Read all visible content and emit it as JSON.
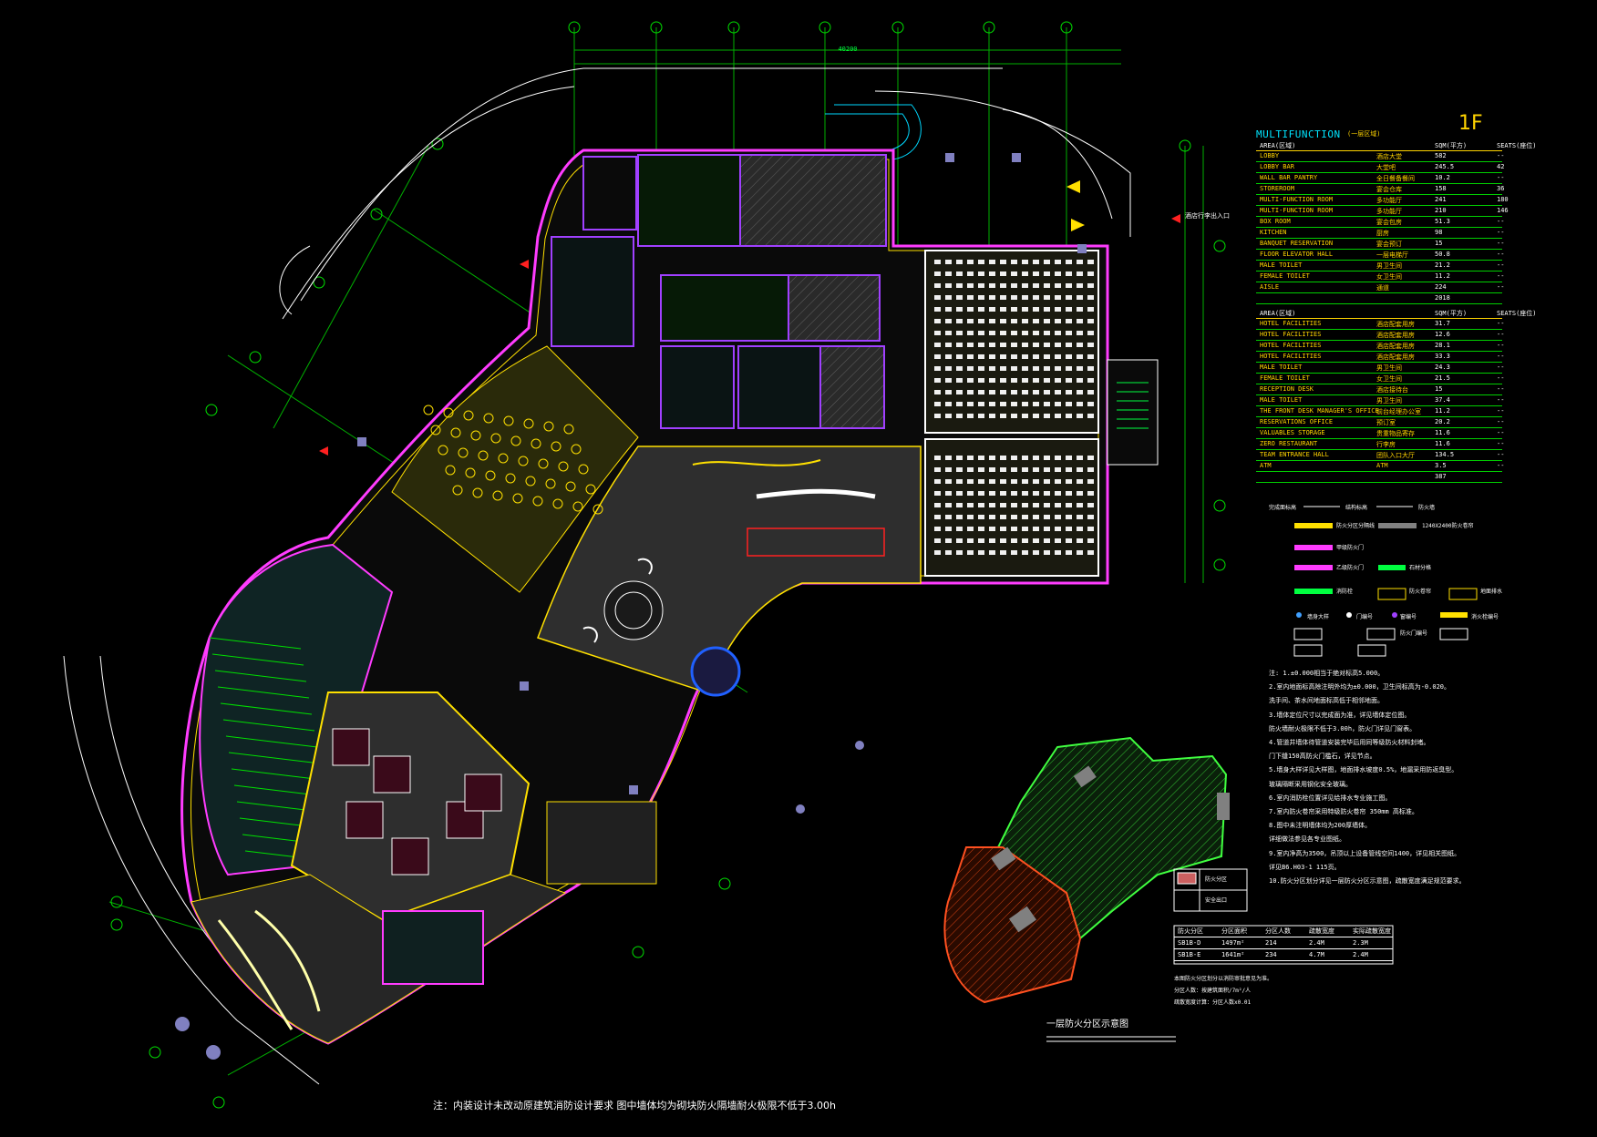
{
  "floor_label": "1F",
  "top_dimension": "40200",
  "entrance_label": "酒店行李出入口",
  "multifunction_table": {
    "title": "MULTIFUNCTION",
    "note": "(一层区域)",
    "headers": [
      "AREA(区域)",
      "SQM(平方)",
      "SEATS(座位)"
    ],
    "rows": [
      [
        "LOBBY",
        "酒店大堂",
        "582",
        "--"
      ],
      [
        "LOBBY BAR",
        "大堂吧",
        "245.5",
        "42"
      ],
      [
        "WALL BAR PANTRY",
        "全日餐备餐间",
        "10.2",
        "--"
      ],
      [
        "STOREROOM",
        "宴会仓库",
        "158",
        "36"
      ],
      [
        "MULTI-FUNCTION ROOM",
        "多功能厅",
        "241",
        "180"
      ],
      [
        "MULTI-FUNCTION ROOM",
        "多功能厅",
        "210",
        "146"
      ],
      [
        "BOX ROOM",
        "宴会包房",
        "51.3",
        "--"
      ],
      [
        "KITCHEN",
        "厨房",
        "98",
        "--"
      ],
      [
        "BANQUET RESERVATION",
        "宴会预订",
        "15",
        "--"
      ],
      [
        "FLOOR ELEVATOR HALL",
        "一层电梯厅",
        "50.8",
        "--"
      ],
      [
        "MALE TOILET",
        "男卫生间",
        "21.2",
        "--"
      ],
      [
        "FEMALE TOILET",
        "女卫生间",
        "11.2",
        "--"
      ],
      [
        "AISLE",
        "通道",
        "224",
        "--"
      ],
      [
        "",
        "",
        "2018",
        ""
      ]
    ]
  },
  "facilities_table": {
    "headers": [
      "AREA(区域)",
      "SQM(平方)",
      "SEATS(座位)"
    ],
    "rows": [
      [
        "HOTEL FACILITIES",
        "酒店配套用房",
        "31.7",
        "--"
      ],
      [
        "HOTEL FACILITIES",
        "酒店配套用房",
        "12.6",
        "--"
      ],
      [
        "HOTEL FACILITIES",
        "酒店配套用房",
        "28.1",
        "--"
      ],
      [
        "HOTEL FACILITIES",
        "酒店配套用房",
        "33.3",
        "--"
      ],
      [
        "MALE TOILET",
        "男卫生间",
        "24.3",
        "--"
      ],
      [
        "FEMALE TOILET",
        "女卫生间",
        "21.5",
        "--"
      ],
      [
        "RECEPTION DESK",
        "酒店接待台",
        "15",
        "--"
      ],
      [
        "MALE TOILET",
        "男卫生间",
        "37.4",
        "--"
      ],
      [
        "THE FRONT DESK MANAGER'S OFFICE",
        "前台经理办公室",
        "11.2",
        "--"
      ],
      [
        "RESERVATIONS OFFICE",
        "预订室",
        "20.2",
        "--"
      ],
      [
        "VALUABLES STORAGE",
        "贵重物品寄存",
        "11.6",
        "--"
      ],
      [
        "ZERO RESTAURANT",
        "行李房",
        "11.6",
        "--"
      ],
      [
        "TEAM ENTRANCE HALL",
        "团队入口大厅",
        "134.5",
        "--"
      ],
      [
        "ATM",
        "ATM",
        "3.5",
        "--"
      ],
      [
        "",
        "",
        "387",
        ""
      ]
    ]
  },
  "legend": {
    "items": [
      "完成面标高",
      "结构标高",
      "防火墙",
      "防火分区分隔线",
      "1240X2400防火卷帘",
      "甲级防火门",
      "乙级防火门",
      "石材分格",
      "消防栓",
      "防火卷帘",
      "地面排水",
      "墙身大样",
      "门编号",
      "窗编号",
      "消火栓编号",
      "防火门编号"
    ]
  },
  "notes": [
    "注: 1.±0.000相当于绝对标高5.000。",
    "2.室内地面标高除注明外均为±0.000，卫生间标高为-0.020。",
    "   洗手间、茶水间地面标高低于相邻地面。",
    "3.墙体定位尺寸以完成面为准，详见墙体定位图。",
    "   防火墙耐火极限不低于3.00h，防火门详见门窗表。",
    "4.管道井墙体待管道安装完毕后用同等级防火材料封堵。",
    "   门下缝150高防火门槛石，详见节点。",
    "5.墙身大样详见大样图，地面排水坡度0.5%，地漏采用防返臭型。",
    "   玻璃隔断采用钢化安全玻璃。",
    "6.室内消防栓位置详见给排水专业施工图。",
    "7.室内防火卷帘采用特级防火卷帘    350mm 高标准。",
    "8.图中未注明墙体均为200厚墙体。",
    "   详细做法参见各专业图纸。",
    "9.室内净高为3500，吊顶以上设备管线空间1400，详见相关图纸。",
    "   详见B6.H03-1    115页。",
    "10.防火分区划分详见一层防火分区示意图，疏散宽度满足规范要求。"
  ],
  "fire_zone_plan": {
    "caption": "一层防火分区示意图",
    "legend": [
      "防火分区",
      "安全出口"
    ],
    "headers": [
      "防火分区",
      "分区面积",
      "分区人数",
      "疏散宽度",
      "实际疏散宽度"
    ],
    "rows": [
      [
        "SB1B-D",
        "1497m²",
        "214",
        "2.4M",
        "2.3M"
      ],
      [
        "SB1B-E",
        "1641m²",
        "234",
        "4.7M",
        "2.4M"
      ]
    ],
    "notes": [
      "本图防火分区划分以消防审批意见为准。",
      "分区人数：按建筑面积/7m²/人",
      "疏散宽度计算：分区人数x0.01"
    ]
  },
  "bottom_note": "注：内装设计未改动原建筑消防设计要求 图中墙体均为砌块防火隔墙耐火极限不低于3.00h"
}
